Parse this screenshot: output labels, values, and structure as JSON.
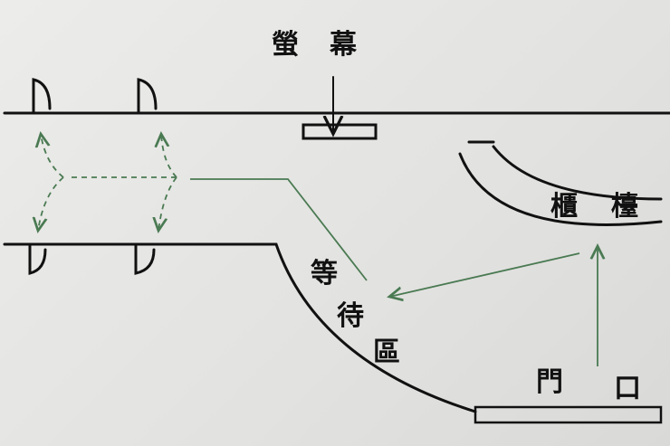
{
  "labels": {
    "screen": [
      "螢",
      "幕"
    ],
    "counter": [
      "櫃",
      "檯"
    ],
    "waiting_area": [
      "等",
      "待",
      "區"
    ],
    "entrance": [
      "門",
      "口"
    ]
  },
  "colors": {
    "ink": "#111111",
    "path": "#4a7a52",
    "paper": "#e6e6e4"
  }
}
